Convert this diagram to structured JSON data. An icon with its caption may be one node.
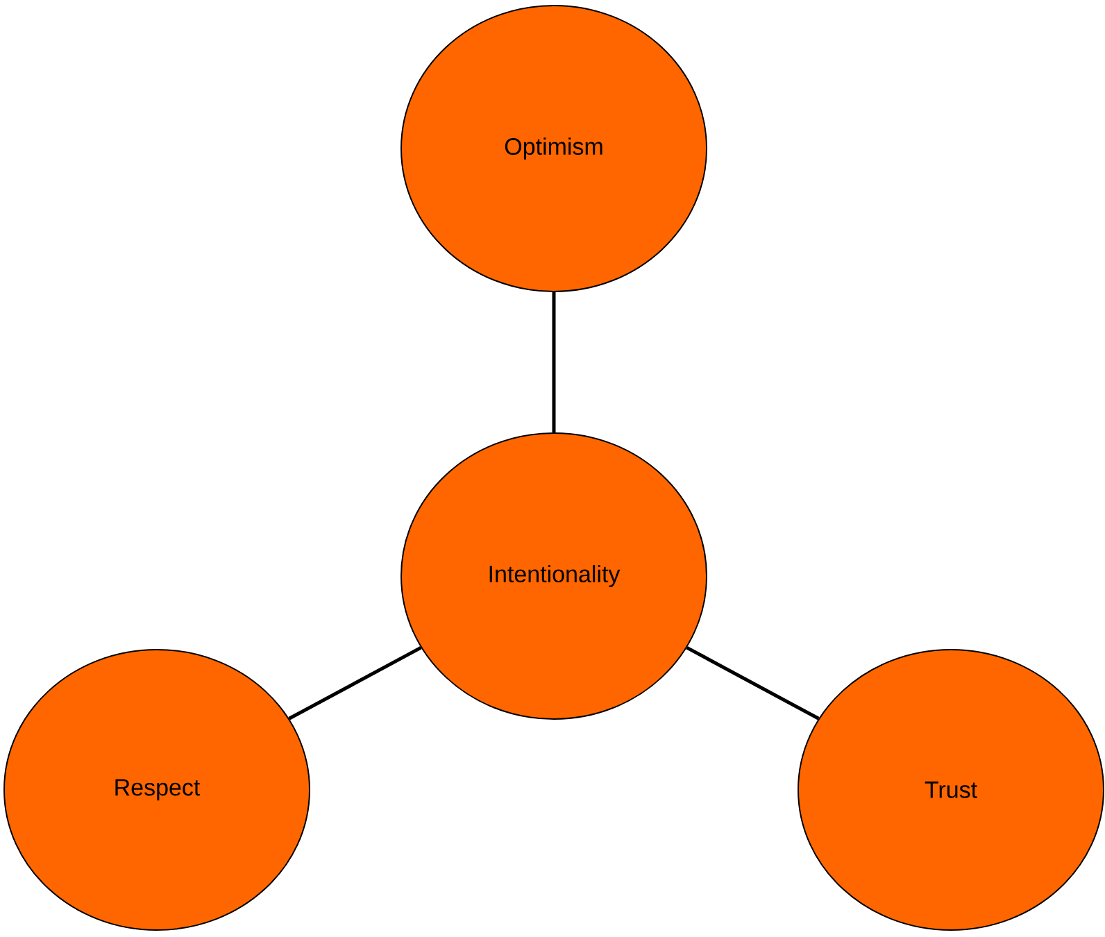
{
  "diagram": {
    "nodes": [
      {
        "text": [
          "Optimism"
        ]
      },
      {
        "text": [
          "Intentionality"
        ]
      },
      {
        "text": [
          "Respect"
        ]
      },
      {
        "text": [
          "Trust"
        ]
      }
    ],
    "edges": [
      {
        "from": 1,
        "to": 0,
        "arrow": "none"
      },
      {
        "from": 1,
        "to": 2,
        "arrow": "none"
      },
      {
        "from": 1,
        "to": 3,
        "arrow": "none"
      }
    ]
  }
}
